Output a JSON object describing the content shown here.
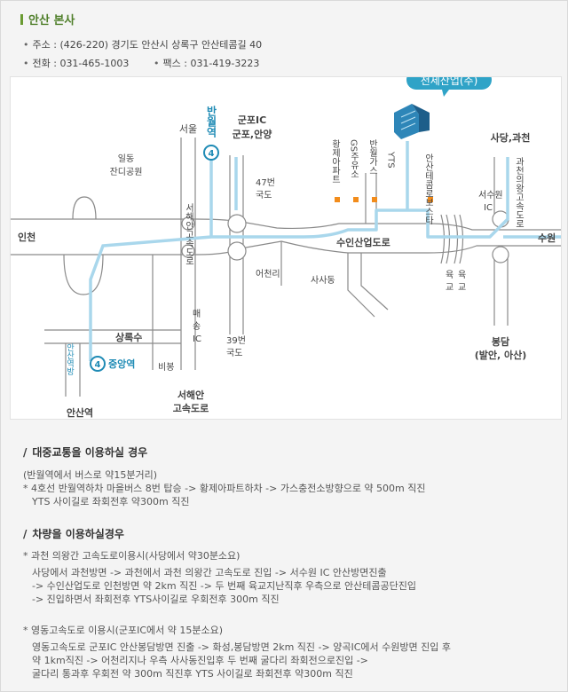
{
  "office": {
    "title": "안산 본사",
    "address_label": "주소 : (426-220) 경기도 안산시 상록구 안산테콤길 40",
    "phone_label": "전화 : 031-465-1003",
    "fax_label": "팩스 : 031-419-3223"
  },
  "map": {
    "company_label": "천세산업(주)",
    "roads": {
      "suin": "수인산업도로",
      "seohaean_v": "서해안고속도로",
      "seohaean_bottom_1": "서해안",
      "seohaean_bottom_2": "고속도로",
      "route47_1": "47번",
      "route47_2": "국도",
      "route39_1": "39번",
      "route39_2": "국도"
    },
    "places": {
      "seoul": "서울",
      "banwol": "반월역",
      "gunpo_ic": "군포IC",
      "gunpo_anyang": "군포,안양",
      "ildong_1": "일동",
      "ildong_2": "잔디공원",
      "incheon": "인천",
      "sangroksu": "상록수",
      "jungang": "중앙역",
      "line4_vertical": "안산역방",
      "ansan": "안산역",
      "bibong": "비봉",
      "maesong_1": "매",
      "maesong_2": "송",
      "maesong_3": "IC",
      "eocheonri": "어천리",
      "sasadong": "사사동",
      "hwangje": "황제아파트",
      "gs": "GS주유소",
      "banwol_gas": "반월가스",
      "yts": "YTS",
      "ansan_techom": "안산테콤로보스타",
      "seosuwon_1": "서수원",
      "seosuwon_2": "IC",
      "yukgyo_1": "육",
      "yukgyo_2": "교",
      "sadang": "사당,과천",
      "gwacheon_road": "과천의왕고속도로",
      "suwon": "수원",
      "bongdam": "봉담",
      "bongdam_sub": "(발안, 아산)",
      "line_badge": "4"
    },
    "colors": {
      "road": "#888888",
      "route": "#a9d7ec",
      "accent": "#1f8bb5",
      "marker": "#f28c1b",
      "company_bg": "#2fa3c7"
    }
  },
  "transit": {
    "heading": "대중교통을 이용하실 경우",
    "duration": "(반월역에서 버스로 약15분거리)",
    "line1": "* 4호선 반월역하차 마을버스 8번 탑승 -> 황제아파트하차 -> 가스충전소방향으로 약 500m 직진",
    "line2": "YTS 사이길로 좌회전후 약300m 직진"
  },
  "car": {
    "heading": "차량을 이용하실경우",
    "route1_title": "* 과천 의왕간 고속도로이용시(사당에서 약30분소요)",
    "route1_lines": [
      "사당에서 과천방면 -> 과천에서 과천 의왕간 고속도로 진입 -> 서수원 IC 안산방면진출",
      "-> 수인산업도로 인천방면 약 2km 직진 -> 두 번째 육교지난직후 우측으로 안산테콤공단진입",
      "-> 진입하면서 좌회전후 YTS사이길로 우회전후 300m 직진"
    ],
    "route2_title": "* 영동고속도로 이용시(군포IC에서 약 15분소요)",
    "route2_lines": [
      "영동고속도로 군포IC 안산봉담방면 진출 -> 화성,봉담방면 2km 직진 -> 양곡IC에서 수원방면 진입 후",
      "약 1km직진 -> 어천리지나 우측 사사동진입후 두 번째 굴다리 좌회전으로진입 ->",
      "굴다리 통과후 우회전 약 300m 직진후 YTS 사이길로 좌회전후 약300m 직진"
    ]
  }
}
